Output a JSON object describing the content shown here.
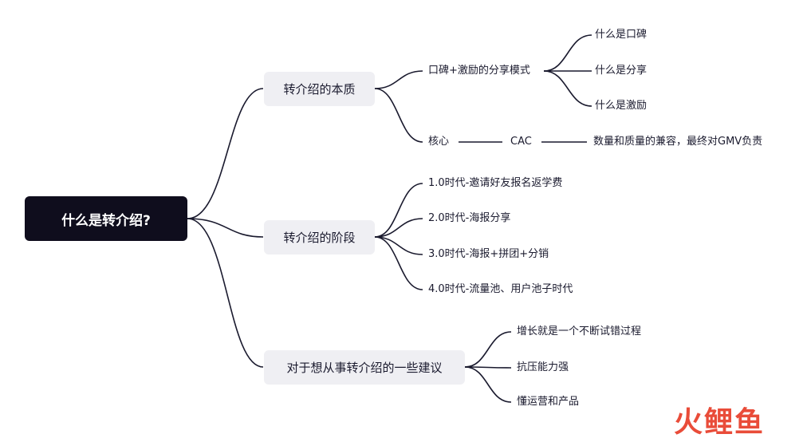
{
  "root": {
    "label": "什么是转介绍?"
  },
  "branches": [
    {
      "label": "转介绍的本质"
    },
    {
      "label": "转介绍的阶段"
    },
    {
      "label": "对于想从事转介绍的一些建议"
    }
  ],
  "nodes": {
    "koubei": "口碑+激励的分享模式",
    "what_koubei": "什么是口碑",
    "what_share": "什么是分享",
    "what_incentive": "什么是激励",
    "core": "核心",
    "cac": "CAC",
    "cac_note": "数量和质量的兼容，最终对GMV负责",
    "stage1": "1.0时代-邀请好友报名返学费",
    "stage2": "2.0时代-海报分享",
    "stage3": "3.0时代-海报+拼团+分销",
    "stage4": "4.0时代-流量池、用户池子时代",
    "advice1": "增长就是一个不断试错过程",
    "advice2": "抗压能力强",
    "advice3": "懂运营和产品"
  },
  "watermark": "火鲤鱼",
  "colors": {
    "root_bg": "#0f0d1d",
    "branch_bg": "#efeff3",
    "line": "#1a1a2e",
    "watermark": "#e8432f"
  }
}
